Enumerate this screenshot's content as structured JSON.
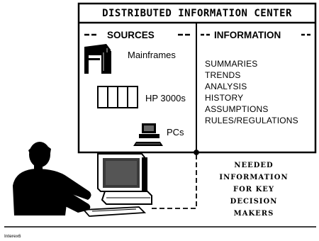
{
  "diagram": {
    "title": "DISTRIBUTED INFORMATION CENTER",
    "sources_header": "SOURCES",
    "information_header": "INFORMATION",
    "sources": [
      {
        "label": "Mainframes",
        "icon": "mainframe-icon"
      },
      {
        "label": "HP 3000s",
        "icon": "hp3000-icon"
      },
      {
        "label": "PCs",
        "icon": "pc-icon"
      }
    ],
    "information_items": [
      "SUMMARIES",
      "TRENDS",
      "ANALYSIS",
      "HISTORY",
      "ASSUMPTIONS",
      "RULES/REGULATIONS"
    ],
    "needed_lines": [
      "NEEDED",
      "INFORMATION",
      "FOR KEY",
      "DECISION",
      "MAKERS"
    ],
    "footer": "Interex6",
    "colors": {
      "ink": "#000000",
      "paper": "#ffffff",
      "screen": "#3a3a3a"
    }
  }
}
